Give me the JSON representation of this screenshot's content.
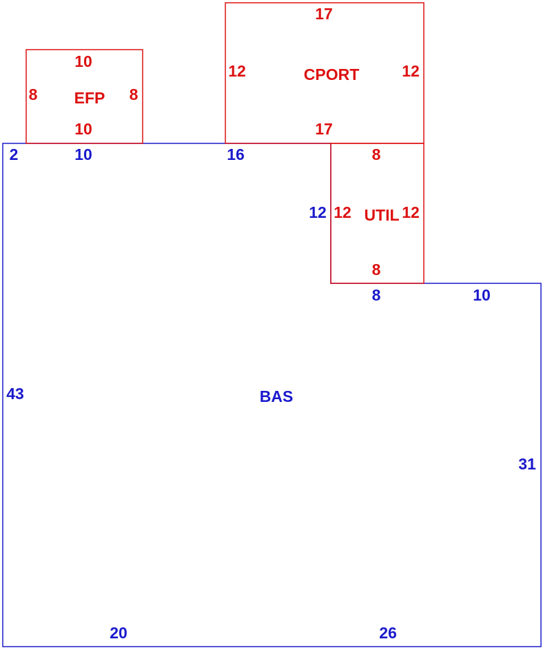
{
  "colors": {
    "main": "#1a1acc",
    "addition": "#dd1111",
    "background": "#ffffff"
  },
  "areas": [
    {
      "code": "BAS",
      "dimensions": {
        "top_a": "2",
        "top_b": "10",
        "top_c": "16",
        "util_side": "12",
        "step_a": "8",
        "step_b": "10",
        "left": "43",
        "right": "31",
        "bottom_a": "20",
        "bottom_b": "26"
      }
    },
    {
      "code": "EFP",
      "dimensions": {
        "top": "10",
        "bottom": "10",
        "left": "8",
        "right": "8"
      }
    },
    {
      "code": "CPORT",
      "dimensions": {
        "top": "17",
        "bottom": "17",
        "left": "12",
        "right": "12"
      }
    },
    {
      "code": "UTIL",
      "dimensions": {
        "top": "8",
        "bottom": "8",
        "left": "12",
        "right": "12"
      }
    }
  ]
}
